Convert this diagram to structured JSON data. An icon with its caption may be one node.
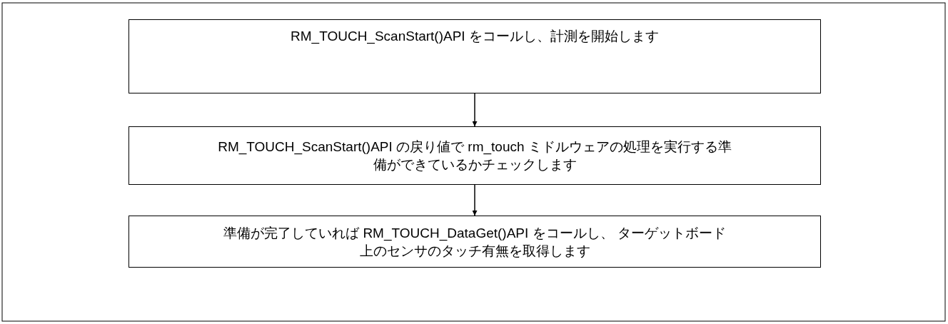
{
  "diagram": {
    "nodes": [
      {
        "text": [
          "RM_TOUCH_ScanStart()API をコールし、計測を開始します"
        ]
      },
      {
        "text": [
          "RM_TOUCH_ScanStart()API の戻り値で rm_touch ミドルウェアの処理を実行する準備ができているかチェックします"
        ]
      },
      {
        "text": [
          "準備が完了していれば RM_TOUCH_DataGet()API をコールし、 ターゲットボード上のセンサのタッチ有無を取得します"
        ]
      }
    ],
    "edges": [
      {
        "from": 0,
        "to": 1,
        "arrow": "to"
      },
      {
        "from": 1,
        "to": 2,
        "arrow": "to"
      }
    ]
  }
}
